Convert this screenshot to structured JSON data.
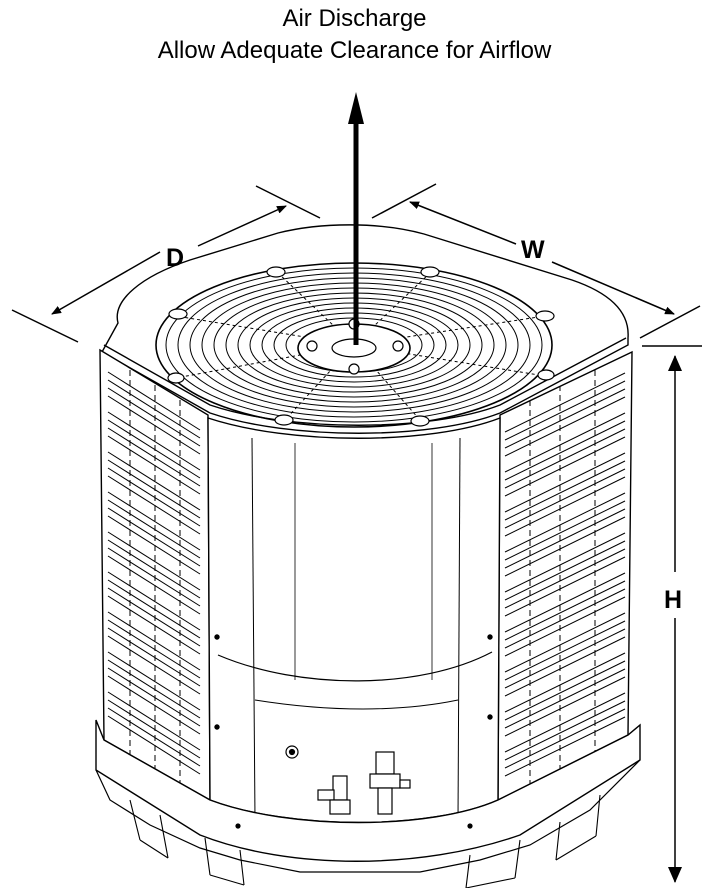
{
  "caption": {
    "line1": "Air Discharge",
    "line2": "Allow Adequate Clearance for Airflow"
  },
  "dimensions": {
    "depth_label": "D",
    "width_label": "W",
    "height_label": "H"
  },
  "colors": {
    "ink": "#000000",
    "paper": "#ffffff"
  }
}
